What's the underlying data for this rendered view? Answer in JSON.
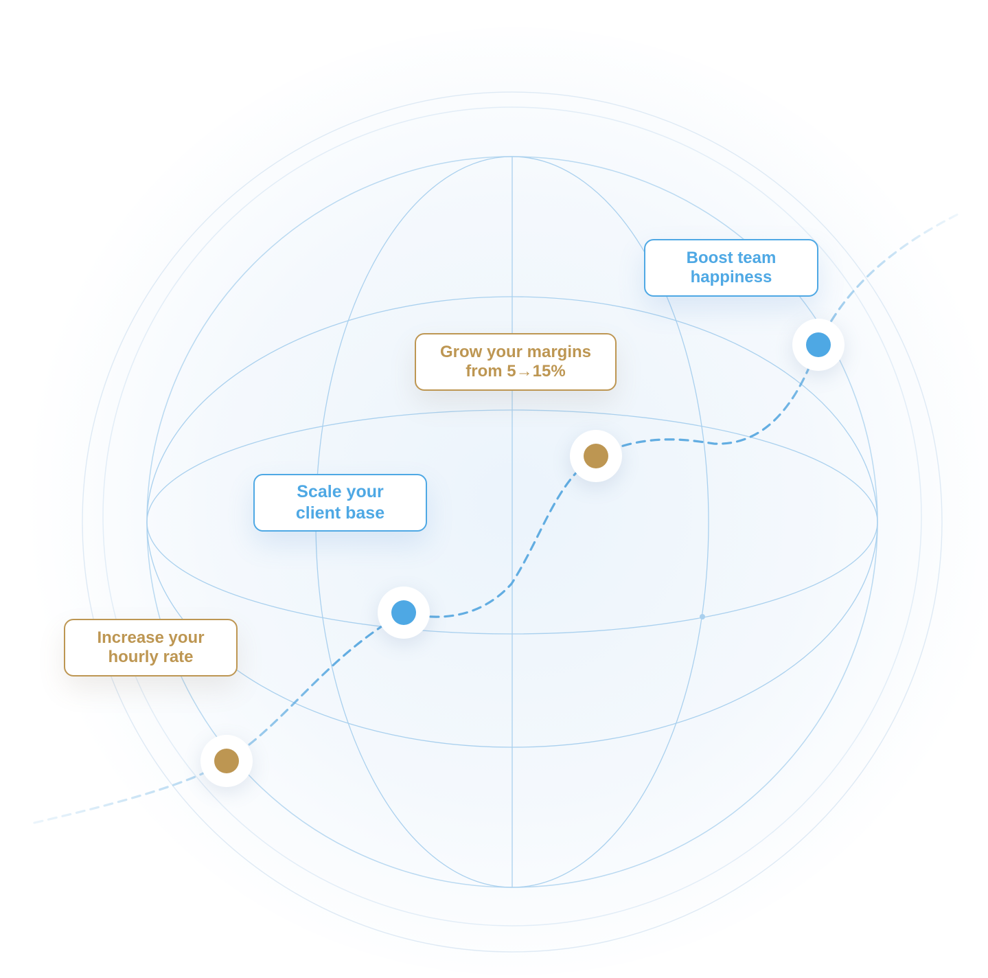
{
  "milestones": [
    {
      "id": "hourly-rate",
      "label": "Increase your\nhourly rate",
      "color": "#bd9652"
    },
    {
      "id": "client-base",
      "label": "Scale your\nclient base",
      "color": "#4ea8e4"
    },
    {
      "id": "margins",
      "label": "Grow your margins\nfrom 5→15%",
      "color": "#bd9652"
    },
    {
      "id": "team-happiness",
      "label": "Boost team\nhappiness",
      "color": "#4ea8e4"
    }
  ],
  "colors": {
    "blue_accent": "#4ea8e4",
    "gold_accent": "#bd9652",
    "grid_line": "#a9d0ee",
    "path": "#5aa9e0"
  }
}
